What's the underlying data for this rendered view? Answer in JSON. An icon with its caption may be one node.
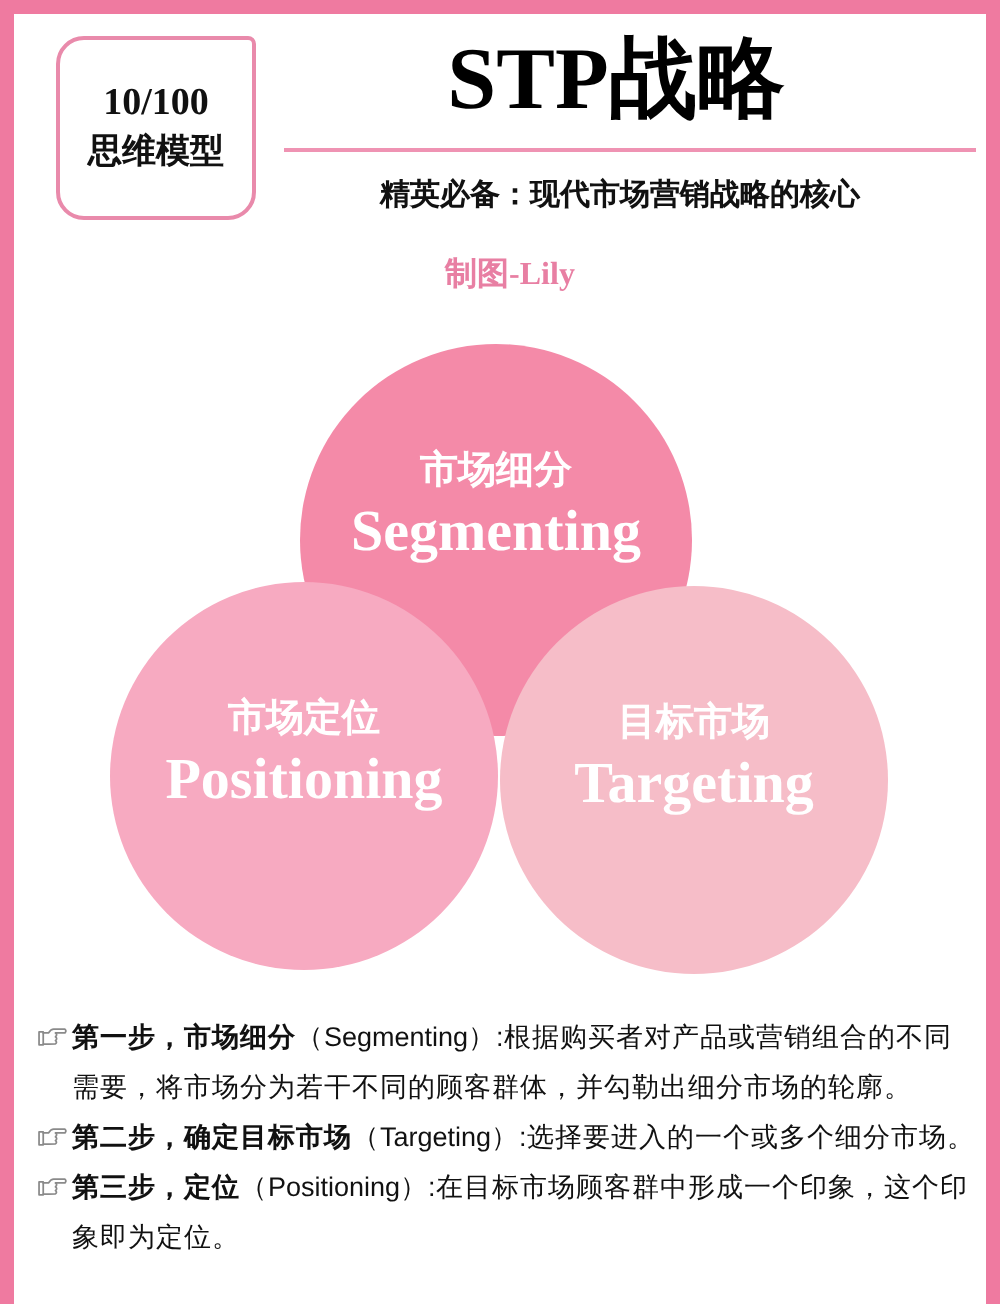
{
  "diagram": {
    "title": "STP战略",
    "nodes": [
      {
        "text": [
          "10/100",
          "思维模型"
        ]
      },
      {
        "text": [
          "市场细分",
          "Segmenting"
        ]
      },
      {
        "text": [
          "市场定位",
          "Positioning"
        ]
      },
      {
        "text": [
          "目标市场",
          "Targeting"
        ]
      }
    ],
    "labels": [
      "精英必备：现代市场营销战略的核心",
      "制图-Lily",
      "**第一步，市场细分**（Segmenting）:根据购买者对产品或营销组合的不同需要，将市场分为若干不同的顾客群体，并勾勒出细分市场的轮廓。",
      "**第二步，确定目标市场**（Targeting）:选择要进入的一个或多个细分市场。",
      "**第三步，定位**（Positioning）:在目标市场顾客群中形成一个印象，这个印象即为定位。"
    ]
  }
}
